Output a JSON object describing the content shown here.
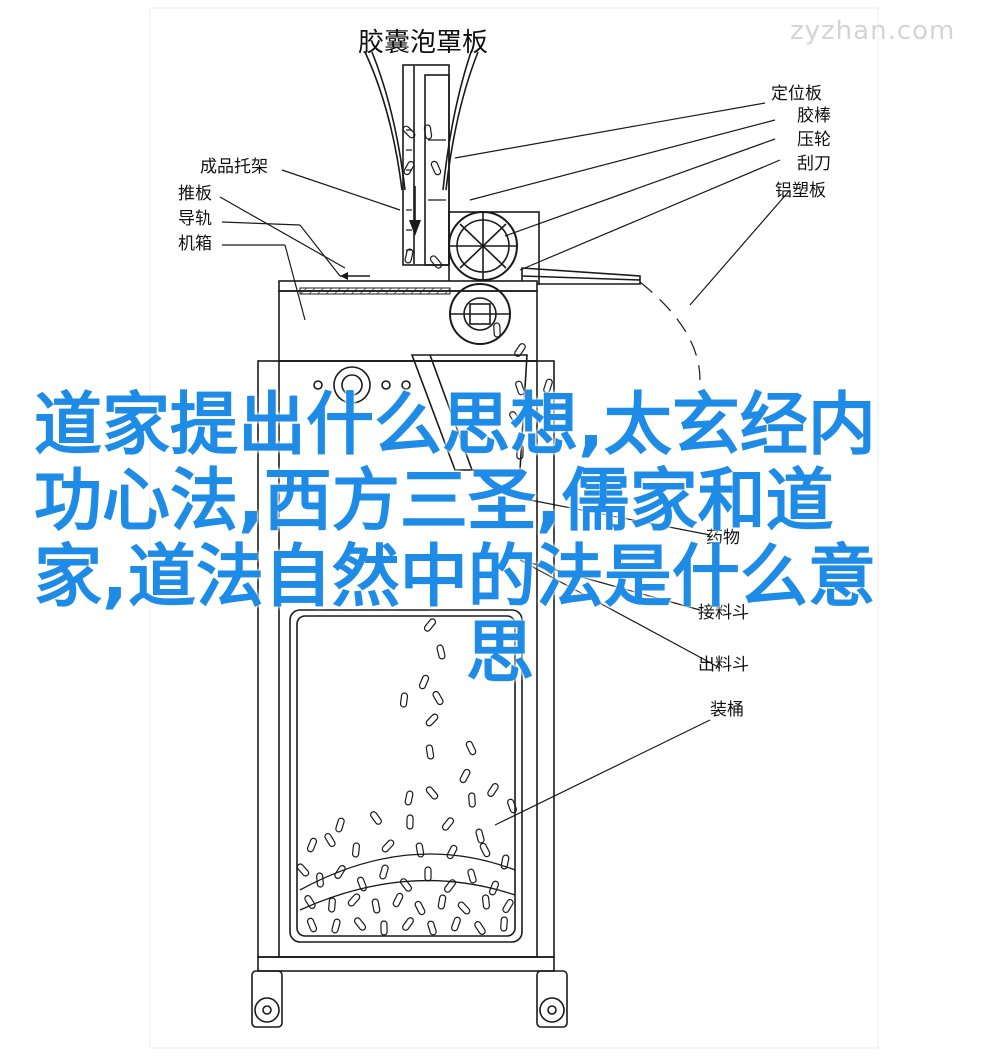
{
  "watermark": "zyzhan.com",
  "diagram": {
    "title": "胶囊泡罩板",
    "labels": {
      "positioning_plate": "定位板",
      "rubber_roller": "胶棒",
      "pressure_wheel": "压轮",
      "scraper": "刮刀",
      "aluminum_plate": "铝塑板",
      "product_tray": "成品托架",
      "push_plate": "推板",
      "guide_rail": "导轨",
      "cabinet": "机箱",
      "medicine": "药物",
      "feed_hopper": "接料斗",
      "discharge_hopper": "出料斗",
      "bucket": "装桶"
    }
  },
  "headline": {
    "lines": [
      "道家提出什么思想,太玄经内",
      "功心法,西方三圣,儒家和道",
      "家,道法自然中的法是什么意",
      "思"
    ]
  },
  "colors": {
    "headline": "#1e8be6",
    "line_art": "#1a1a1a",
    "panel": "#ffffff"
  }
}
